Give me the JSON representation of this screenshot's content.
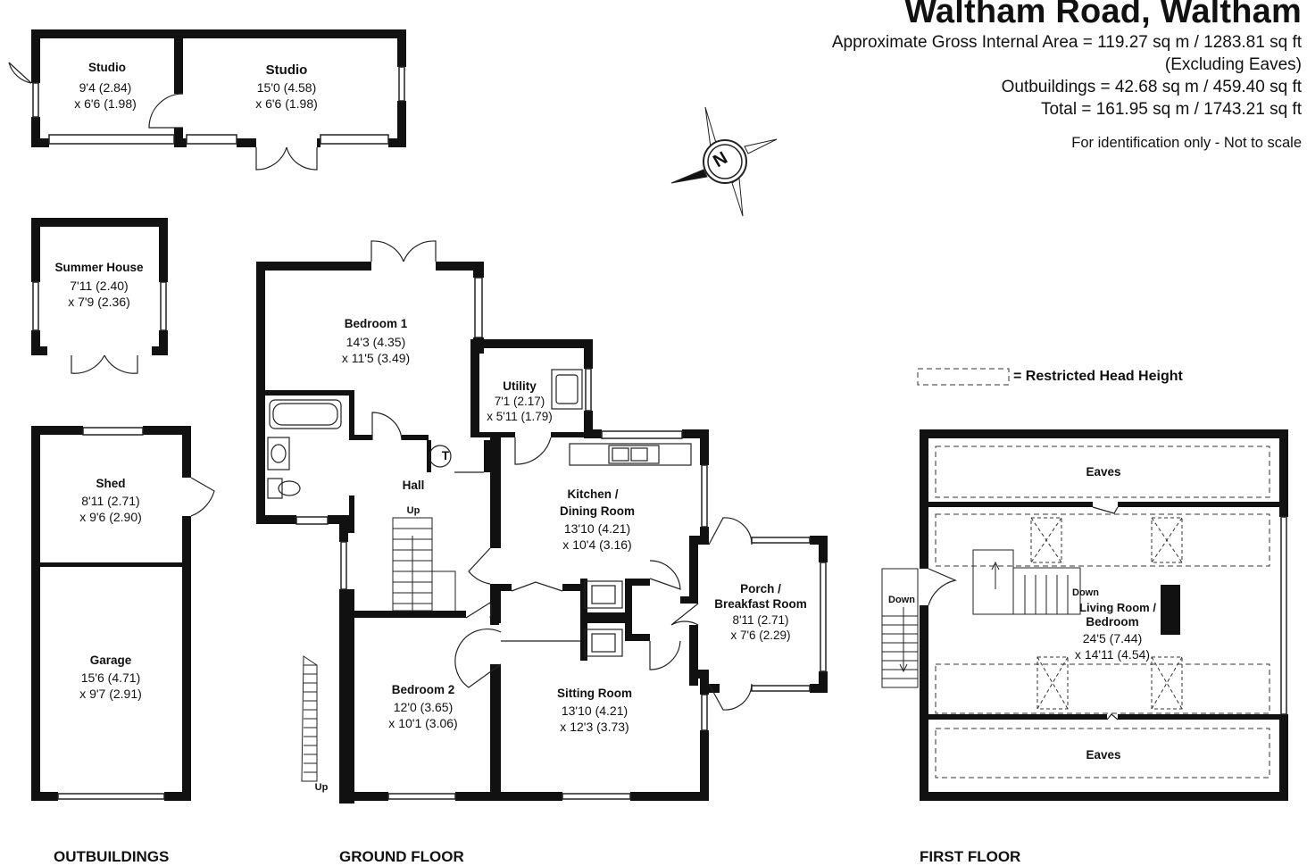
{
  "header": {
    "title": "Waltham Road, Waltham",
    "gross_area": "Approximate Gross Internal Area = 119.27 sq m / 1283.81 sq ft",
    "excluding": "(Excluding Eaves)",
    "outbuildings": "Outbuildings = 42.68 sq m / 459.40 sq ft",
    "total": "Total = 161.95 sq m / 1743.21 sq ft",
    "note": "For identification only - Not to scale"
  },
  "legend": {
    "restricted": "= Restricted Head Height"
  },
  "compass": {
    "letter": "N"
  },
  "floors": {
    "outbuildings": "OUTBUILDINGS",
    "ground": "GROUND FLOOR",
    "first": "FIRST FLOOR"
  },
  "rooms": {
    "studio_small": {
      "name": "Studio",
      "d1": "9'4 (2.84)",
      "d2": "x 6'6 (1.98)"
    },
    "studio_large": {
      "name": "Studio",
      "d1": "15'0 (4.58)",
      "d2": "x 6'6 (1.98)"
    },
    "summer_house": {
      "name": "Summer House",
      "d1": "7'11 (2.40)",
      "d2": "x 7'9 (2.36)"
    },
    "shed": {
      "name": "Shed",
      "d1": "8'11 (2.71)",
      "d2": "x 9'6 (2.90)"
    },
    "garage": {
      "name": "Garage",
      "d1": "15'6 (4.71)",
      "d2": "x 9'7 (2.91)"
    },
    "bedroom1": {
      "name": "Bedroom 1",
      "d1": "14'3 (4.35)",
      "d2": "x 11'5 (3.49)"
    },
    "utility": {
      "name": "Utility",
      "d1": "7'1 (2.17)",
      "d2": "x 5'11 (1.79)"
    },
    "hall": {
      "name": "Hall",
      "up": "Up"
    },
    "kitchen": {
      "name1": "Kitchen /",
      "name2": "Dining Room",
      "d1": "13'10 (4.21)",
      "d2": "x 10'4 (3.16)"
    },
    "porch": {
      "name1": "Porch /",
      "name2": "Breakfast Room",
      "d1": "8'11 (2.71)",
      "d2": "x 7'6 (2.29)"
    },
    "bedroom2": {
      "name": "Bedroom 2",
      "d1": "12'0 (3.65)",
      "d2": "x 10'1 (3.06)"
    },
    "sitting": {
      "name": "Sitting Room",
      "d1": "13'10 (4.21)",
      "d2": "x 12'3 (3.73)"
    },
    "outside_stairs": {
      "up": "Up"
    },
    "eaves_top": {
      "name": "Eaves"
    },
    "eaves_bottom": {
      "name": "Eaves"
    },
    "living": {
      "name1": "Living Room /",
      "name2": "Bedroom",
      "d1": "24'5 (7.44)",
      "d2": "x 14'11 (4.54)",
      "down": "Down"
    },
    "first_stairs": {
      "down": "Down"
    },
    "cupboard": {
      "label": "T"
    }
  }
}
